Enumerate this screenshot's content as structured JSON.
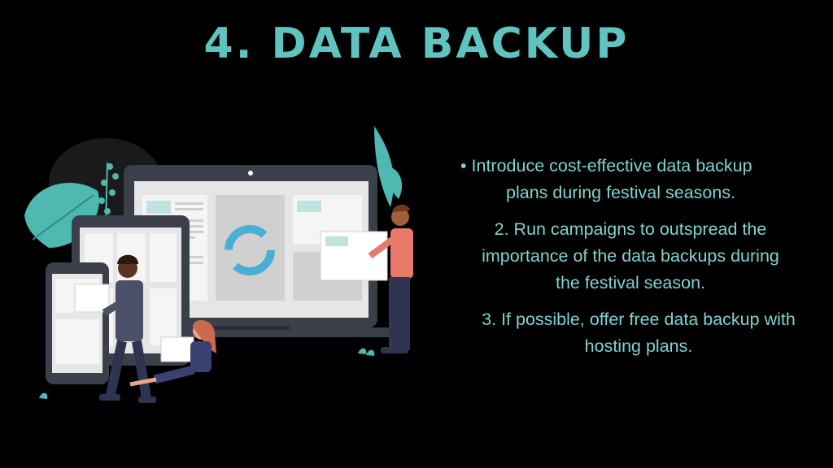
{
  "slide": {
    "title": "4. DATA BACKUP",
    "colors": {
      "accent": "#5fc4bf",
      "text": "#7fd3cf",
      "background": "#000000"
    },
    "points": [
      {
        "marker": "•",
        "line1": "Introduce cost-effective data backup",
        "line2": "plans during festival seasons."
      },
      {
        "line1": "2. Run campaigns to outspread the",
        "line2": "importance of the data backups during",
        "line3": "the festival season."
      },
      {
        "line1": "3. If possible, offer free data backup with",
        "line2": "hosting plans."
      }
    ],
    "illustration": {
      "icons": [
        "sync-icon",
        "leaf-icon"
      ]
    }
  }
}
